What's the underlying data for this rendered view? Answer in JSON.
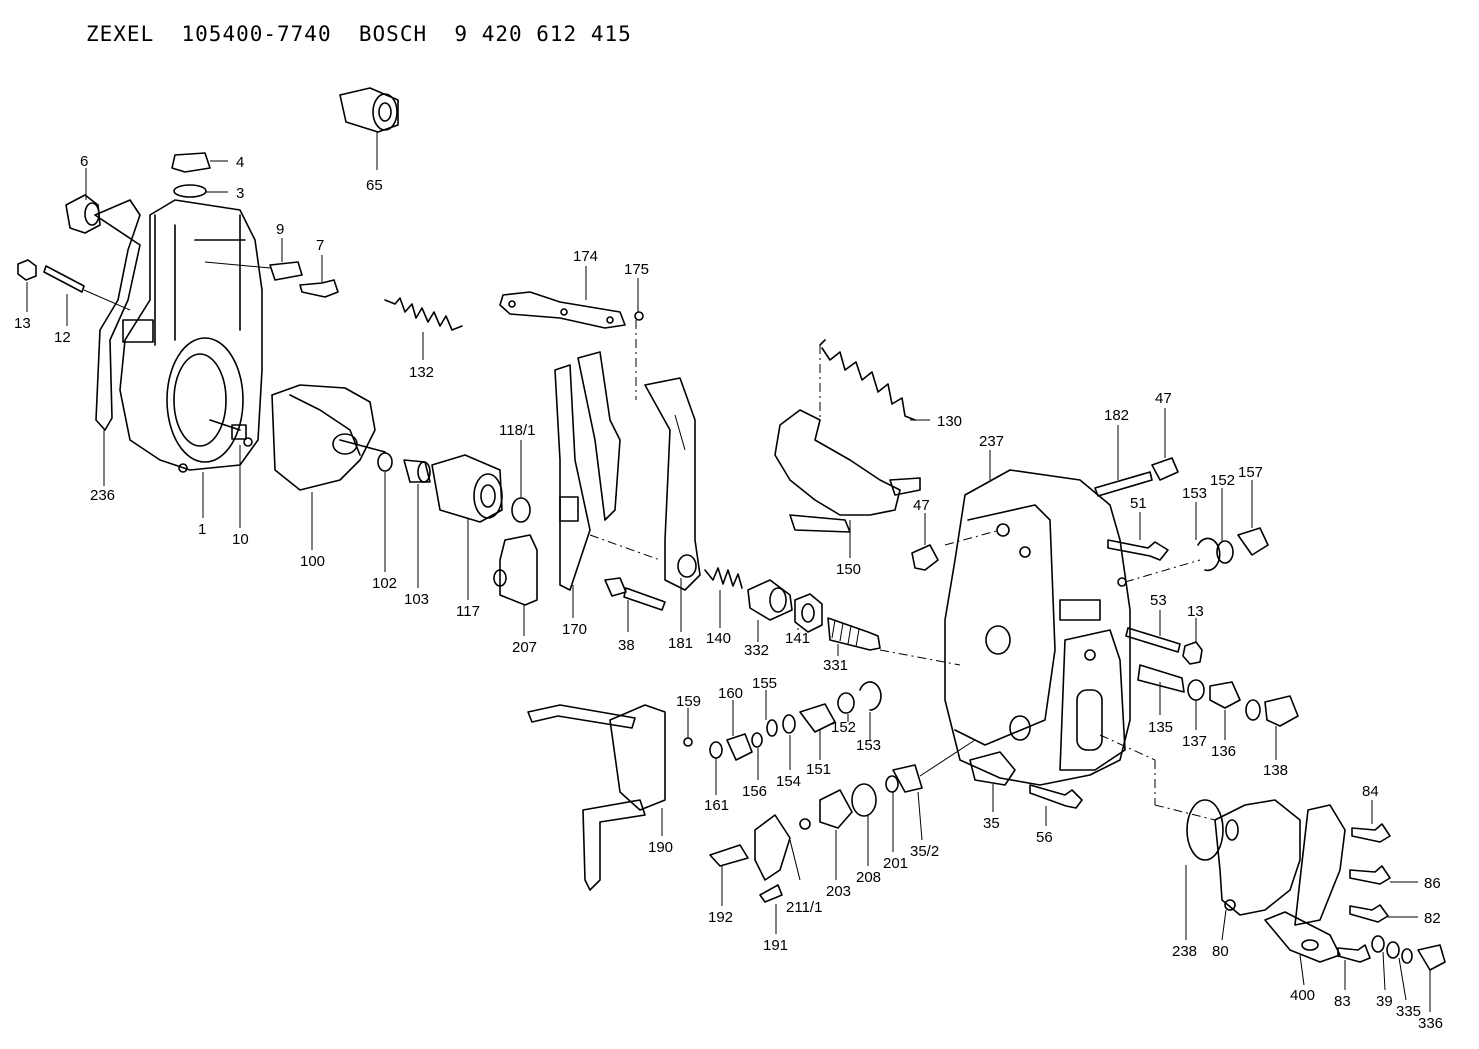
{
  "header": {
    "brand1": "ZEXEL",
    "number1": "105400-7740",
    "brand2": "BOSCH",
    "number2": "9 420 612 415"
  },
  "callouts": {
    "c1": "1",
    "c3": "3",
    "c4": "4",
    "c6": "6",
    "c7": "7",
    "c9": "9",
    "c10": "10",
    "c12": "12",
    "c13a": "13",
    "c13b": "13",
    "c35": "35",
    "c35_2": "35/2",
    "c38": "38",
    "c39": "39",
    "c47a": "47",
    "c47b": "47",
    "c51": "51",
    "c53": "53",
    "c56": "56",
    "c65": "65",
    "c80": "80",
    "c82": "82",
    "c83": "83",
    "c84": "84",
    "c86": "86",
    "c100": "100",
    "c102": "102",
    "c103": "103",
    "c117": "117",
    "c118_1": "118/1",
    "c130": "130",
    "c132": "132",
    "c135": "135",
    "c136": "136",
    "c137": "137",
    "c138": "138",
    "c140": "140",
    "c141": "141",
    "c150": "150",
    "c151": "151",
    "c152a": "152",
    "c152b": "152",
    "c153a": "153",
    "c153b": "153",
    "c154": "154",
    "c155": "155",
    "c156": "156",
    "c157": "157",
    "c159": "159",
    "c160": "160",
    "c161": "161",
    "c170": "170",
    "c174": "174",
    "c175": "175",
    "c181": "181",
    "c182": "182",
    "c190": "190",
    "c191": "191",
    "c192": "192",
    "c201": "201",
    "c203": "203",
    "c207": "207",
    "c208": "208",
    "c211_1": "211/1",
    "c236": "236",
    "c237": "237",
    "c238": "238",
    "c331": "331",
    "c332": "332",
    "c335": "335",
    "c336": "336",
    "c400": "400"
  }
}
